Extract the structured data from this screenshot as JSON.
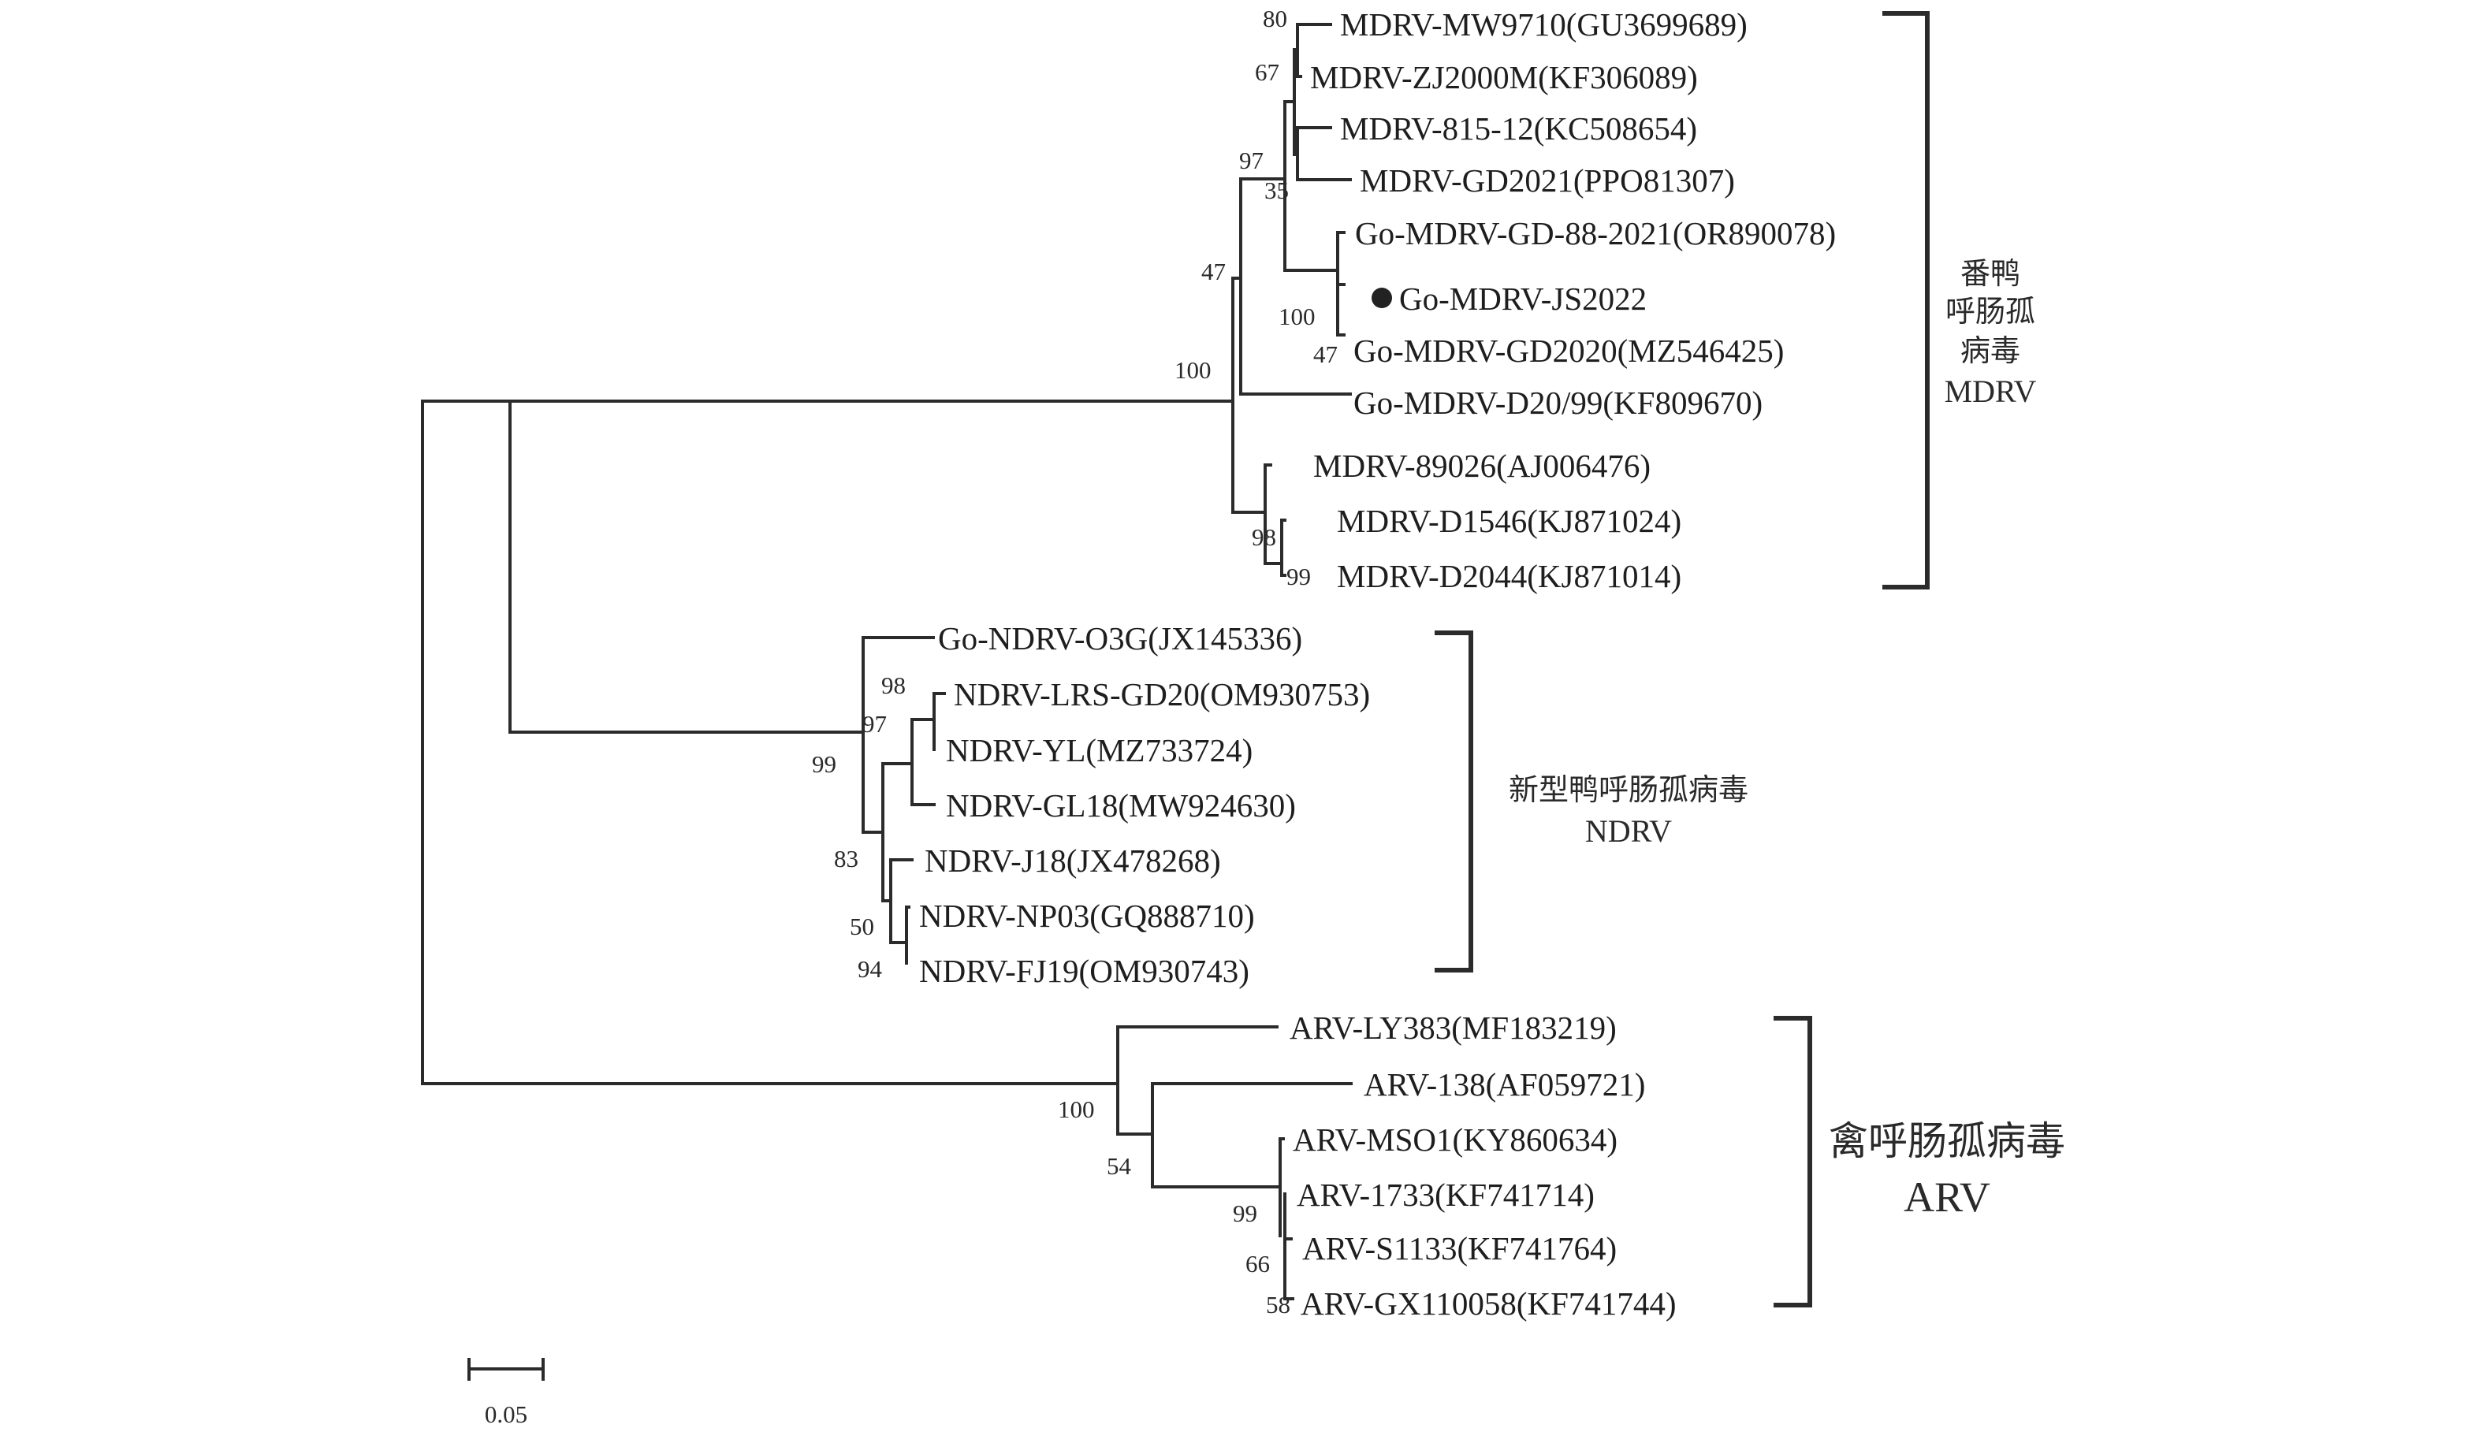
{
  "figure": {
    "type": "phylogenetic-tree",
    "scale_bar": {
      "value": 0.05,
      "label": "0.05"
    },
    "highlight_marker": {
      "shape": "filled-circle",
      "color": "#222222",
      "taxon": "Go-MDRV-JS2022"
    }
  },
  "clades": [
    {
      "id": "mdrv",
      "label_lines": [
        "番鸭",
        "呼肠孤",
        "病毒",
        "MDRV"
      ]
    },
    {
      "id": "ndrv",
      "label_lines": [
        "新型鸭呼肠孤病毒",
        "NDRV"
      ]
    },
    {
      "id": "arv",
      "label_lines": [
        "禽呼肠孤病毒",
        "ARV"
      ]
    }
  ],
  "taxa": [
    "MDRV-MW9710(GU3699689)",
    "MDRV-ZJ2000M(KF306089)",
    "MDRV-815-12(KC508654)",
    "MDRV-GD2021(PPO81307)",
    "Go-MDRV-GD-88-2021(OR890078)",
    "Go-MDRV-JS2022",
    "Go-MDRV-GD2020(MZ546425)",
    "Go-MDRV-D20/99(KF809670)",
    "MDRV-89026(AJ006476)",
    "MDRV-D1546(KJ871024)",
    "MDRV-D2044(KJ871014)",
    "Go-NDRV-O3G(JX145336)",
    "NDRV-LRS-GD20(OM930753)",
    "NDRV-YL(MZ733724)",
    "NDRV-GL18(MW924630)",
    "NDRV-J18(JX478268)",
    "NDRV-NP03(GQ888710)",
    "NDRV-FJ19(OM930743)",
    "ARV-LY383(MF183219)",
    "ARV-138(AF059721)",
    "ARV-MSO1(KY860634)",
    "ARV-1733(KF741714)",
    "ARV-S1133(KF741764)",
    "ARV-GX110058(KF741744)"
  ],
  "bootstrap_values": [
    "80",
    "67",
    "97",
    "35",
    "47",
    "100",
    "47",
    "100",
    "98",
    "99",
    "98",
    "97",
    "99",
    "83",
    "50",
    "94",
    "100",
    "54",
    "99",
    "66",
    "58"
  ]
}
